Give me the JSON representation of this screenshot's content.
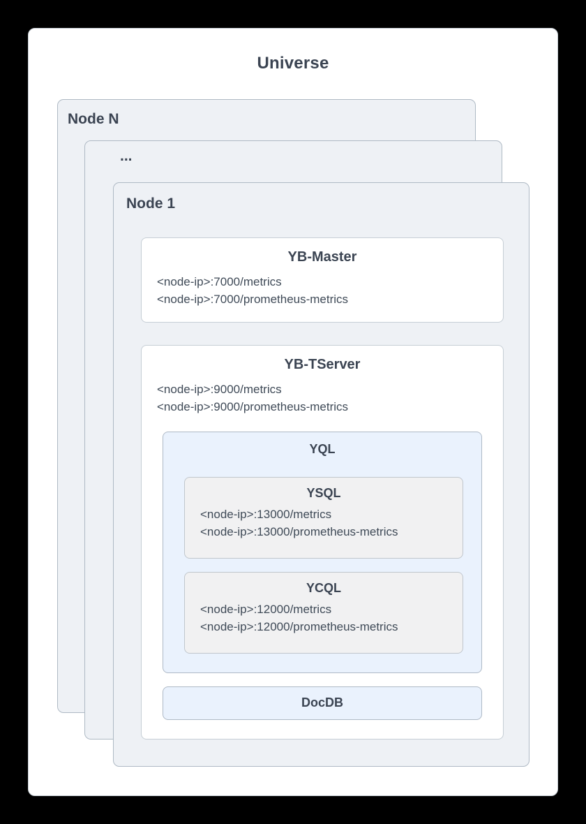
{
  "diagram": {
    "title": "Universe",
    "nodes": {
      "node_n": {
        "label": "Node N"
      },
      "node_more": {
        "label": "..."
      },
      "node_1": {
        "label": "Node 1"
      }
    },
    "yb_master": {
      "title": "YB-Master",
      "endpoints": [
        "<node-ip>:7000/metrics",
        "<node-ip>:7000/prometheus-metrics"
      ]
    },
    "yb_tserver": {
      "title": "YB-TServer",
      "endpoints": [
        "<node-ip>:9000/metrics",
        "<node-ip>:9000/prometheus-metrics"
      ]
    },
    "yql": {
      "title": "YQL",
      "ysql": {
        "title": "YSQL",
        "endpoints": [
          "<node-ip>:13000/metrics",
          "<node-ip>:13000/prometheus-metrics"
        ]
      },
      "ycql": {
        "title": "YCQL",
        "endpoints": [
          "<node-ip>:12000/metrics",
          "<node-ip>:12000/prometheus-metrics"
        ]
      }
    },
    "docdb": {
      "title": "DocDB"
    },
    "colors": {
      "background": "#000000",
      "card_background": "#ffffff",
      "node_fill": "#eef1f5",
      "node_border": "#aeb9c4",
      "service_fill": "#ffffff",
      "service_border": "#c6ced5",
      "query_layer_fill": "#eaf2fd",
      "api_fill": "#f1f1f2",
      "heading_text": "#3b4452",
      "body_text": "#3f4a57"
    }
  }
}
